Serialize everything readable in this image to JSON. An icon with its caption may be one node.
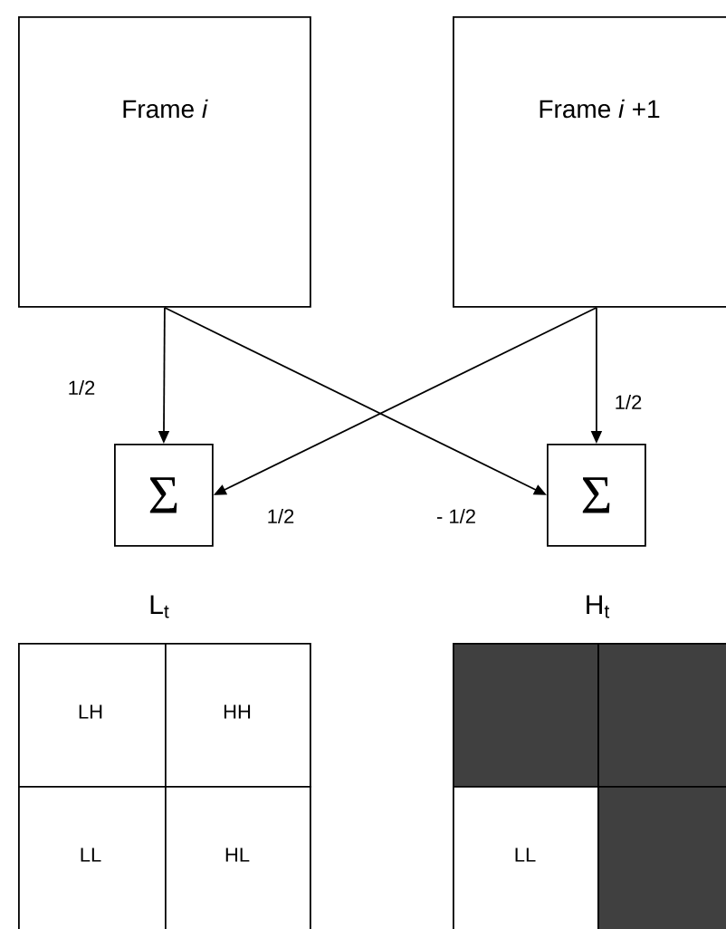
{
  "diagram": {
    "nodes": [
      {
        "text": [
          "Frame *i*"
        ]
      },
      {
        "text": [
          "Frame *i* +1"
        ]
      },
      {
        "text": [
          "Σ"
        ]
      },
      {
        "text": [
          "Σ"
        ]
      },
      {
        "text": [
          "LH"
        ]
      },
      {
        "text": [
          "HH"
        ]
      },
      {
        "text": [],
        "shape": "box"
      },
      {
        "text": [],
        "shape": "box"
      },
      {
        "text": [
          "LL"
        ]
      },
      {
        "text": [
          "HL"
        ]
      },
      {
        "text": [
          "LL"
        ]
      },
      {
        "text": [],
        "shape": "box"
      }
    ],
    "edges": [
      {
        "from": 0,
        "to": 2,
        "arrow": "to",
        "label": "1/2"
      },
      {
        "from": 0,
        "to": 3,
        "arrow": "to",
        "label": "- 1/2"
      },
      {
        "from": 1,
        "to": 2,
        "arrow": "to",
        "label": "1/2"
      },
      {
        "from": 1,
        "to": 3,
        "arrow": "to",
        "label": "1/2"
      }
    ],
    "labels": [
      "L$_{t}$",
      "H$_{t}$"
    ]
  }
}
